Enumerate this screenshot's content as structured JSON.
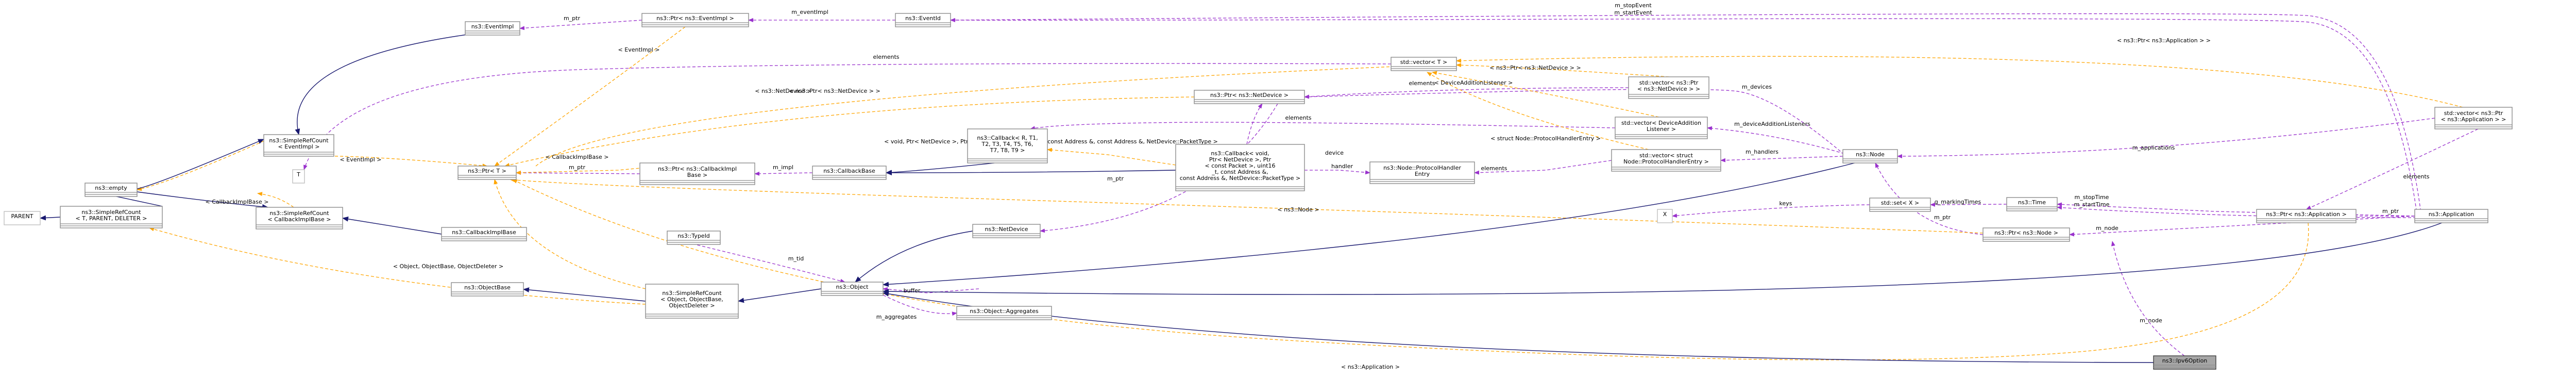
{
  "nodes": {
    "eventimpl": [
      "ns3::EventImpl"
    ],
    "ptr_eventimpl": [
      "ns3::Ptr< ns3::EventImpl >"
    ],
    "eventid": [
      "ns3::EventId"
    ],
    "vector_t": [
      "std::vector< T >"
    ],
    "vector_ptr_netdevice": [
      "std::vector< ns3::Ptr",
      "< ns3::NetDevice > >"
    ],
    "vector_devaddlistener": [
      "std::vector< DeviceAddition",
      "Listener >"
    ],
    "vector_protohandler": [
      "std::vector< struct",
      "Node::ProtocolHandlerEntry >"
    ],
    "vector_ptr_app": [
      "std::vector< ns3::Ptr",
      "< ns3::Application > >"
    ],
    "sref_eventimpl": [
      "ns3::SimpleRefCount",
      "< EventImpl >"
    ],
    "t": [
      "T"
    ],
    "empty": [
      "ns3::empty"
    ],
    "parent": [
      "PARENT"
    ],
    "sref_tpd": [
      "ns3::SimpleRefCount",
      "< T, PARENT, DELETER >"
    ],
    "sref_cbib": [
      "ns3::SimpleRefCount",
      "< CallbackImplBase >"
    ],
    "cbib": [
      "ns3::CallbackImplBase"
    ],
    "ptr_t": [
      "ns3::Ptr< T >"
    ],
    "ptr_cbib": [
      "ns3::Ptr< ns3::CallbackImpl",
      "Base >"
    ],
    "callbackbase": [
      "ns3::CallbackBase"
    ],
    "callback_r": [
      "ns3::Callback< R, T1,",
      "T2, T3, T4, T5, T6,",
      "T7, T8, T9 >"
    ],
    "callback_void": [
      "ns3::Callback< void,",
      "Ptr< NetDevice >, Ptr",
      "< const Packet >, uint16",
      "_t, const Address &,",
      "const Address &, NetDevice::PacketType >"
    ],
    "ptr_netdevice": [
      "ns3::Ptr< ns3::NetDevice >"
    ],
    "protohandlerentry": [
      "ns3::Node::ProtocolHandler",
      "Entry"
    ],
    "node": [
      "ns3::Node"
    ],
    "x": [
      "X"
    ],
    "set_x": [
      "std::set< X >"
    ],
    "time": [
      "ns3::Time"
    ],
    "application": [
      "ns3::Application"
    ],
    "ptr_app": [
      "ns3::Ptr< ns3::Application >"
    ],
    "ptr_node": [
      "ns3::Ptr< ns3::Node >"
    ],
    "netdevice": [
      "ns3::NetDevice"
    ],
    "typeid": [
      "ns3::TypeId"
    ],
    "objectbase": [
      "ns3::ObjectBase"
    ],
    "sref_object": [
      "ns3::SimpleRefCount",
      "< Object, ObjectBase,",
      "ObjectDeleter >"
    ],
    "object": [
      "ns3::Object"
    ],
    "aggregates": [
      "ns3::Object::Aggregates"
    ],
    "ipv6option": [
      "ns3::Ipv6Option"
    ]
  },
  "edge_labels": {
    "m_ptr_eventimpl": "m_ptr",
    "m_eventimpl": "m_eventImpl",
    "eventimpl_tmpl": "< EventImpl >",
    "elements_t": "elements",
    "m_stopevent": "m_stopEvent",
    "m_startevent": "m_startEvent",
    "ptr_app_tmpl_top": "< ns3::Ptr< ns3::Application > >",
    "ptr_netdevice_tmpl_top": "< ns3::Ptr< ns3::NetDevice > >",
    "devaddlistener_tmpl": "< DeviceAdditionListener >",
    "elements_netdev": "elements",
    "m_devices": "m_devices",
    "netdevice_tmpl": "< ns3::NetDevice >",
    "cb_tmpl": "< void, Ptr< NetDevice >, Ptr< const Packet >, uint16_t, const Address &, const Address &, NetDevice::PacketType >",
    "elements_devaddlistener": "elements",
    "protohandler_tmpl": "< struct Node::ProtocolHandlerEntry >",
    "m_devaddlisteners": "m_deviceAdditionListeners",
    "eventimpl_tmpl2": "< EventImpl >",
    "m_ptr_t": "m_ptr",
    "cbib_tmpl": "< CallbackImplBase >",
    "m_impl": "m_impl",
    "device": "device",
    "handler": "handler",
    "elements_protohandler": "elements",
    "m_handlers": "m_handlers",
    "m_applications": "m_applications",
    "elements_app": "elements",
    "m_ptr_cbib": "m_ptr",
    "cbib_tmpl2": "< CallbackImplBase >",
    "m_ptr_nd": "m_ptr",
    "node_tmpl": "< ns3::Node >",
    "keys": "keys",
    "g_markingtimes": "g_markingTimes",
    "m_ptr_node": "m_ptr",
    "m_stoptime": "m_stopTime",
    "m_starttime": "m_startTime",
    "m_node_app": "m_node",
    "m_ptr_app": "m_ptr",
    "object_tmpl": "< Object, ObjectBase, ObjectDeleter >",
    "m_tid": "m_tid",
    "buffer": "buffer",
    "m_aggregates": "m_aggregates",
    "m_node_ipv6": "m_node",
    "application_tmpl": "< ns3::Application >"
  },
  "colors": {
    "inheritance": "#191970",
    "usage": "#9a32cd",
    "template": "#ffa500",
    "focus_fill": "#a6a6a6",
    "node_border": "#8c8c8c"
  }
}
